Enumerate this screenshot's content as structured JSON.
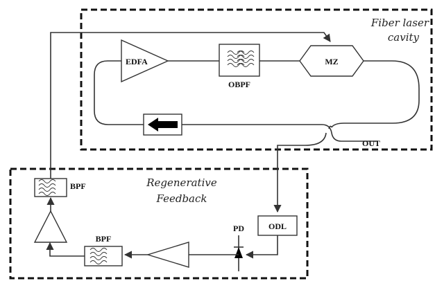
{
  "regions": {
    "cavity_line1": "Fiber laser",
    "cavity_line2": "cavity",
    "feedback_line1": "Regenerative",
    "feedback_line2": "Feedback"
  },
  "components": {
    "edfa": "EDFA",
    "obpf": "OBPF",
    "mz": "MZ",
    "out": "OUT",
    "odl": "ODL",
    "pd": "PD",
    "bpf_top": "BPF",
    "bpf_bottom": "BPF"
  }
}
